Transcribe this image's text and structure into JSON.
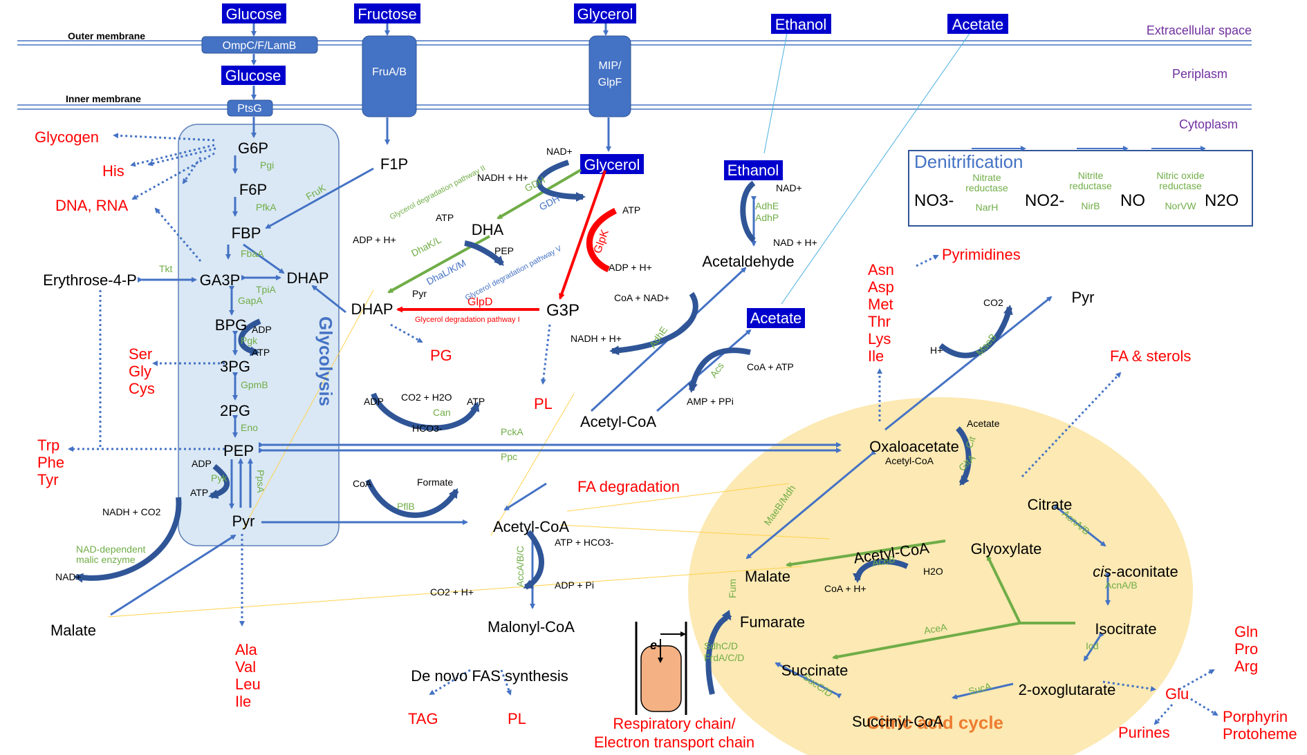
{
  "colors": {
    "blue": "#4472c4",
    "navy": "#0000cc",
    "green": "#70ad47",
    "red": "#ff0000",
    "purple": "#7030a0",
    "orange": "#ed7d31",
    "tca_fill": "#fbe5a6",
    "glycolysis_fill": "#dae8f5"
  },
  "regions": {
    "extracellular": "Extracellular space",
    "periplasm": "Periplasm",
    "cytoplasm": "Cytoplasm",
    "outer_membrane": "Outer membrane",
    "inner_membrane": "Inner membrane",
    "glycolysis": "Glycolysis",
    "citric_acid_cycle": "Citric acid cycle"
  },
  "substrates": {
    "glucose": "Glucose",
    "fructose": "Fructose",
    "glycerol": "Glycerol",
    "ethanol": "Ethanol",
    "acetate": "Acetate"
  },
  "transporters": {
    "ompc": "OmpC/F/LamB",
    "ptsg": "PtsG",
    "frua": "FruA/B",
    "mip_1": "MIP/",
    "mip_2": "GlpF"
  },
  "metabolites": {
    "g6p": "G6P",
    "f6p": "F6P",
    "fbp": "FBP",
    "ga3p": "GA3P",
    "dhap_glyc": "DHAP",
    "bpg": "BPG",
    "pg3": "3PG",
    "pg2": "2PG",
    "pep": "PEP",
    "pyr_glyc": "Pyr",
    "erythrose": "Erythrose-4-P",
    "f1p": "F1P",
    "dha": "DHA",
    "dhap2": "DHAP",
    "g3p": "G3P",
    "acetaldehyde": "Acetaldehyde",
    "acetyl_coa_eth": "Acetyl-CoA",
    "acetyl_coa_main": "Acetyl-CoA",
    "malonyl_coa": "Malonyl-CoA",
    "de_novo": "De novo FAS synthesis",
    "malate_left": "Malate",
    "oxaloacetate": "Oxaloacetate",
    "citrate": "Citrate",
    "cis_italic": "cis",
    "cis_rest": "-aconitate",
    "isocitrate": "Isocitrate",
    "oxoglutarate": "2-oxoglutarate",
    "succinyl_coa": "Succinyl-CoA",
    "succinate": "Succinate",
    "fumarate": "Fumarate",
    "malate_tca": "Malate",
    "glyoxylate": "Glyoxylate",
    "acetyl_coa_glyox": "Acetyl-CoA",
    "pyr_tca": "Pyr",
    "electron": "e-"
  },
  "products": {
    "glycogen": "Glycogen",
    "his": "His",
    "dna_rna": "DNA, RNA",
    "ser_gly_cys": [
      "Ser",
      "Gly",
      "Cys"
    ],
    "trp_phe_tyr": [
      "Trp",
      "Phe",
      "Tyr"
    ],
    "ala_val_leu_ile": [
      "Ala",
      "Val",
      "Leu",
      "Ile"
    ],
    "pg": "PG",
    "pl_g3p": "PL",
    "fa_degradation": "FA degradation",
    "tag": "TAG",
    "pl_fas": "PL",
    "asn_group": [
      "Asn",
      "Asp",
      "Met",
      "Thr",
      "Lys",
      "Ile"
    ],
    "pyrimidines": "Pyrimidines",
    "fa_sterols": "FA & sterols",
    "gln_group": [
      "Gln",
      "Pro",
      "Arg"
    ],
    "glu": "Glu",
    "purines": "Purines",
    "porphyrin": [
      "Porphyrin",
      "Protoheme"
    ],
    "respiratory": [
      "Respiratory chain/",
      "Electron transport chain"
    ]
  },
  "enzymes": {
    "pgi": "Pgi",
    "pfka": "PfkA",
    "fbaa": "FbaA",
    "tpia": "TpiA",
    "tkt": "Tkt",
    "gapa": "GapA",
    "pgk": "Pgk",
    "gpmb": "GpmB",
    "eno": "Eno",
    "pyk": "Pyk",
    "ppsa": "PpsA",
    "fruk": "FruK",
    "gdh1": "GDH",
    "gdh2": "GDH",
    "dhakl": "DhaK/L",
    "dhalkm": "DhaL/K/M",
    "glpk": "GlpK",
    "glpd": "GlpD",
    "adhe_top": "AdhE",
    "adhp": "AdhP",
    "adhe": "AdhE",
    "acs": "Acs",
    "pcka": "PckA",
    "ppc": "Ppc",
    "can": "Can",
    "pflb": "PflB",
    "nad_malic_1": "NAD-dependent",
    "nad_malic_2": "malic enzyme",
    "accabc": "AccA/B/C",
    "maeb_tca": "MaeB/Mdh",
    "maeb_top": "MaeB",
    "cit": "Cit",
    "glta": "GltA",
    "acna1": "AcnA/B",
    "acnb2": "AcnA/B",
    "icd": "Icd",
    "suca": "SucA",
    "succd": "SucC/D",
    "sdh1": "SdhC/D",
    "sdh2": "FrdA/C/D",
    "fum": "Fum",
    "aceb": "AceB",
    "acea": "AceA"
  },
  "pathway_labels": {
    "glyc_ii": "Glycerol degradation pathway II",
    "glyc_v": "Glycerol degradation pathway V",
    "glyc_i": "Glycerol degradation pathway I"
  },
  "cofactors": {
    "adp_bpg": "ADP",
    "atp_bpg": "ATP",
    "adp_pyk": "ADP",
    "atp_pyk": "ATP",
    "nad_dha": "NAD+",
    "nadh_dha": "NADH + H+",
    "atp_dha": "ATP",
    "adph_dha": "ADP + H+",
    "pep_dha": "PEP",
    "pyr_dha": "Pyr",
    "atp_glpk": "ATP",
    "adph_glpk": "ADP + H+",
    "nad_eth": "NAD+",
    "nadh_eth": "NAD + H+",
    "coa_nad": "CoA + NAD+",
    "nadh_h": "NADH + H+",
    "coa_atp": "CoA + ATP",
    "amp_ppi": "AMP + PPi",
    "adp_can": "ADP",
    "atp_can": "ATP",
    "co2_h2o": "CO2 + H2O",
    "hco3": "HCO3-",
    "coa_pfl": "CoA",
    "formate": "Formate",
    "nadh_co2": "NADH + CO2",
    "nad_malic": "NAD+",
    "atp_hco3": "ATP + HCO3-",
    "adp_pi": "ADP + Pi",
    "co2_h": "CO2 + H+",
    "acetate_cit": "Acetate",
    "acetylcoa_cit": "Acetyl-CoA",
    "co2_mae": "CO2",
    "h_mae": "H+",
    "coa_h_aceb": "CoA + H+",
    "h2o_aceb": "H2O"
  },
  "denitrification": {
    "title": "Denitrification",
    "no3": "NO3-",
    "no2": "NO2-",
    "no": "NO",
    "n2o": "N2O",
    "enz1_1": "Nitrate",
    "enz1_2": "reductase",
    "enz1_gene": "NarH",
    "enz2_1": "Nitrite",
    "enz2_2": "reductase",
    "enz2_gene": "NirB",
    "enz3_1": "Nitric oxide",
    "enz3_2": "reductase",
    "enz3_gene": "NorVW"
  }
}
